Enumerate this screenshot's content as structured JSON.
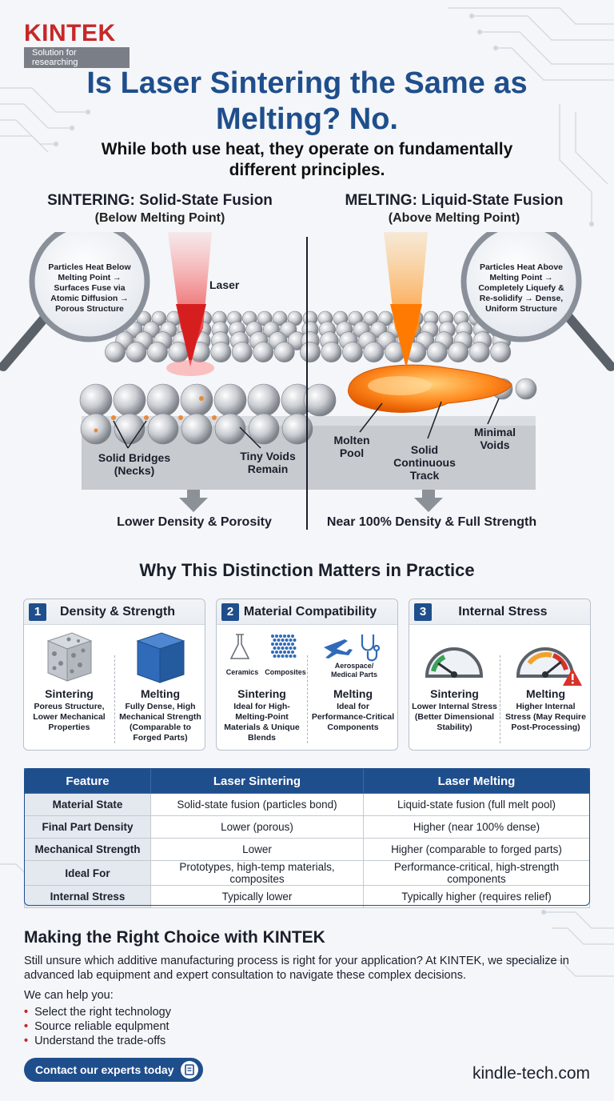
{
  "brand": {
    "name": "KINTEK",
    "tagline": "Solution for researching",
    "color": "#c62828",
    "accent": "#1f4e8c"
  },
  "title": "Is Laser Sintering the Same as Melting? No.",
  "subtitle": "While both use heat, they operate on fundamentally different principles.",
  "sintering": {
    "heading": "SINTERING: Solid-State Fusion",
    "subheading": "(Below Melting Point)",
    "lens_text": "Particles Heat Below Melting Point → Surfaces Fuse via Atomic Diffusion → Porous Structure",
    "laser_label": "Laser",
    "label_bridges": "Solid Bridges (Necks)",
    "label_voids": "Tiny Voids Remain",
    "result": "Lower Density & Porosity"
  },
  "melting": {
    "heading": "MELTING: Liquid-State Fusion",
    "subheading": "(Above Melting Point)",
    "lens_text": "Particles Heat Above Melting Point → Completely Liquefy & Re-solidify → Dense, Uniform Structure",
    "label_pool": "Molten Pool",
    "label_track": "Solid Continuous Track",
    "label_voids": "Minimal Voids",
    "result": "Near 100% Density & Full Strength"
  },
  "why": {
    "title": "Why This Distinction Matters in Practice",
    "cards": [
      {
        "num": "1",
        "title": "Density & Strength",
        "left_title": "Sintering",
        "left_desc": "Poreus Structure, Lower Mechanical Properties",
        "right_title": "Melting",
        "right_desc": "Fully Dense, High Mechanical Strength (Comparable to Forged Parts)"
      },
      {
        "num": "2",
        "title": "Material Compatibility",
        "left_icon_1": "Ceramics",
        "left_icon_2": "Composites",
        "right_icon": "Aerospace/ Medical Parts",
        "left_title": "Sintering",
        "left_desc": "Ideal for High-Melting-Point Materials & Unique Blends",
        "right_title": "Melting",
        "right_desc": "Ideal for Performance-Critical Components"
      },
      {
        "num": "3",
        "title": "Internal Stress",
        "left_title": "Sintering",
        "left_desc": "Lower Internal Stress (Better Dimensional Stability)",
        "right_title": "Melting",
        "right_desc": "Higher Internal Stress (May Require Post-Processing)"
      }
    ]
  },
  "table": {
    "headers": [
      "Feature",
      "Laser Sintering",
      "Laser Melting"
    ],
    "rows": [
      [
        "Material State",
        "Solid-state fusion (particles bond)",
        "Liquid-state fusion (full melt pool)"
      ],
      [
        "Final Part Density",
        "Lower (porous)",
        "Higher (near 100% dense)"
      ],
      [
        "Mechanical Strength",
        "Lower",
        "Higher (comparable to forged parts)"
      ],
      [
        "Ideal For",
        "Prototypes, high-temp materials, composites",
        "Performance-critical, high-strength components"
      ],
      [
        "Internal Stress",
        "Typically lower",
        "Typically higher (requires relief)"
      ]
    ]
  },
  "cta": {
    "title": "Making the Right Choice with KINTEK",
    "paragraph": "Still unsure which additive manufacturing process is right for your application? At KINTEK, we specialize in advanced lab equipment and expert consultation to navigate these complex decisions.",
    "help_intro": "We can help you:",
    "bullets": [
      "Select the right technology",
      "Source reliable equlpment",
      "Understand the trade-offs"
    ],
    "button": "Contact our experts today",
    "website": "kindle-tech.com"
  }
}
